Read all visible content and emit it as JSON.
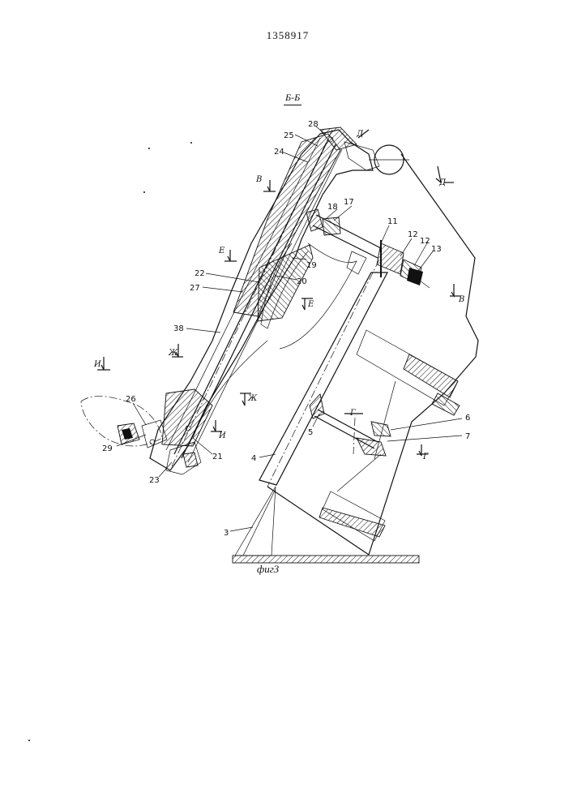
{
  "header": {
    "patent_number": "1358917"
  },
  "section_title": "Б-Б",
  "caption": "фиг3",
  "part_labels": [
    "28",
    "25",
    "24",
    "18",
    "17",
    "11",
    "12",
    "12",
    "13",
    "22",
    "19",
    "27",
    "20",
    "38",
    "26",
    "29",
    "23",
    "21",
    "5",
    "6",
    "7",
    "4",
    "3"
  ],
  "section_markers": [
    "Д",
    "Д",
    "В",
    "В",
    "Е",
    "Е",
    "Ж",
    "Ж",
    "И",
    "И",
    "Г",
    "Г"
  ]
}
